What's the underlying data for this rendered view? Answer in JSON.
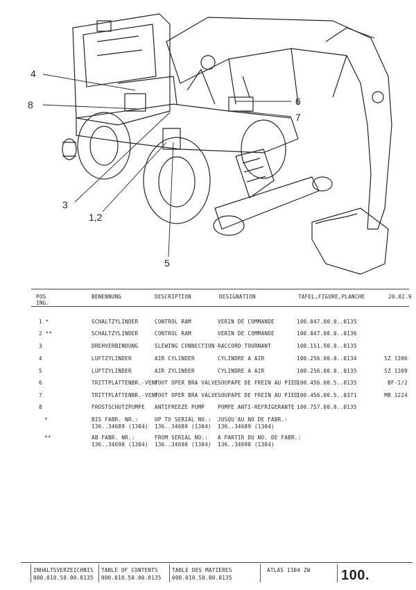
{
  "callouts": {
    "c4": "4",
    "c8": "8",
    "c6": "6",
    "c7": "7",
    "c3": "3",
    "c12": "1,2",
    "c5": "5"
  },
  "header": {
    "pos": "POS",
    "ing": "ING.",
    "benennung": "BENENNUNG",
    "description": "DESCRIPTION",
    "designation": "DESIGNATION",
    "tafel": "TAFEL,FIGURE,PLANCHE",
    "date": "20.02.9"
  },
  "rows": [
    {
      "pos": "1 *",
      "de": "SCHALTZYLINDER",
      "en": "CONTROL RAM",
      "fr": "VERIN DE COMMANDE",
      "ref": "100.047.00.0..0135",
      "note": ""
    },
    {
      "pos": "2 **",
      "de": "SCHALTZYLINDER",
      "en": "CONTROL RAM",
      "fr": "VERIN DE COMMANDE",
      "ref": "100.047.00.0..0136",
      "note": ""
    },
    {
      "pos": "3",
      "de": "DREHVERBINDUNG",
      "en": "SLEWING CONNECTION",
      "fr": "RACCORD TOURNANT",
      "ref": "100.151.90.0..0135",
      "note": ""
    },
    {
      "pos": "4",
      "de": "LUFTZYLINDER",
      "en": "AIR CYLINDER",
      "fr": "CYLINDRE A AIR",
      "ref": "100.256.00.0..0134",
      "note": "SZ 1306"
    },
    {
      "pos": "5",
      "de": "LUFTZYLINDER",
      "en": "AIR ZYLINDER",
      "fr": "CYLINDRE A AIR",
      "ref": "100.256.00.0..0135",
      "note": "SZ 1309"
    },
    {
      "pos": "6",
      "de": "TRITTPLATTENBR.-VENT",
      "en": "FOOT OPER BRA VALVE",
      "fr": "SOUPAPE DE FREIN AU PIED",
      "ref": "100.456.00.5..0135",
      "note": "BF-1/2"
    },
    {
      "pos": "7",
      "de": "TRITTPLATTENBR.-VENT",
      "en": "FOOT OPER BRA VALVE",
      "fr": "SOUPAPE DE FREIN AU PIED",
      "ref": "100.456.00.5..0371",
      "note": "MB 1224"
    },
    {
      "pos": "8",
      "de": "FROSTSCHUTZPUMPE",
      "en": "ANTIFREEZE PUMP",
      "fr": "POMPE ANTI-REFRIGERANTE",
      "ref": "100.757.00.0..0135",
      "note": ""
    }
  ],
  "notes": {
    "n1_mark": "*",
    "n1_de_a": "BIS FABR. NR.:",
    "n1_de_b": "136..34689 (1304)",
    "n1_en_a": "UP TO SERIAL NO.:",
    "n1_en_b": "136..34689 (1304)",
    "n1_fr_a": "JUSQU'AU NO DE FABR.:",
    "n1_fr_b": "136..34689 (1304)",
    "n2_mark": "**",
    "n2_de_a": "AB FABR. NR.:",
    "n2_de_b": "136..34690 (1304)",
    "n2_en_a": "FROM SERIAL NO.:",
    "n2_en_b": "136..34690 (1304)",
    "n2_fr_a": "A PARTIR DU NO. DE FABR.:",
    "n2_fr_b": "136..34690 (1304)"
  },
  "footer": {
    "toc_de": "INHALTSVERZEICHNIS",
    "toc_de_ref": "000.010.50.00.0135",
    "toc_en": "TABLE OF CONTENTS",
    "toc_en_ref": "000.010.50.00.0135",
    "toc_fr": "TABLE DES MATIERES",
    "toc_fr_ref": "000.010.50.00.0135",
    "model": "ATLAS 1304 ZW",
    "page": "100."
  }
}
